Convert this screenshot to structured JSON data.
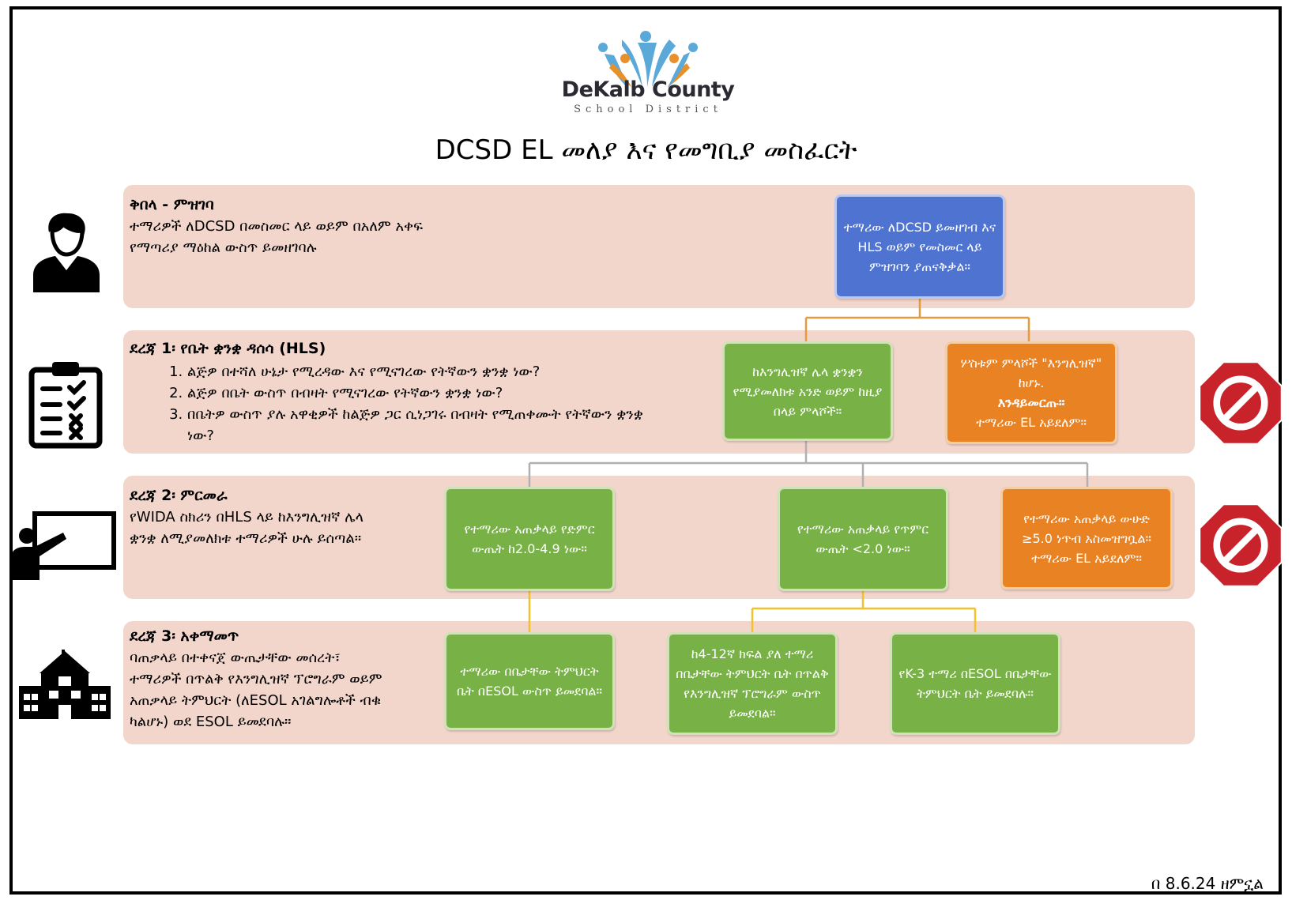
{
  "logo": {
    "name": "DeKalb County",
    "subtitle": "School District"
  },
  "title": "DCSD EL መለያ እና የመግቢያ መስፈርት",
  "stage0": {
    "heading": "ቅበላ - ምዝገባ",
    "line1": "ተማሪዎች ለDCSD በመስመር ላይ ወይም በአለም አቀፍ",
    "line2": "የማጣሪያ ማዕከል ውስጥ ይመዘገባሉ",
    "box": "ተማሪው ለDCSD ይመዘገብ እና HLS ወይም የመስመር ላይ ምዝገባን ያጠናቅቃል።"
  },
  "stage1": {
    "heading": "ደረጃ 1፡ የቤት ቋንቋ ዳሰሳ (HLS)",
    "questions": [
      "ልጅዎ በተሻለ ሁኔታ የሚረዳው እና የሚናገረው የትኛውን ቋንቋ ነው?",
      "ልጅዎ በቤት ውስጥ በብዛት የሚናገረው የትኛውን ቋንቋ ነው?",
      "በቤትዎ ውስጥ ያሉ አዋቂዎች ከልጅዎ ጋር ሲነጋገሩ በብዛት የሚጠቀሙት የትኛውን ቋንቋ ነው?"
    ],
    "green_box": "ከእንግሊዝኛ ሌላ ቋንቋን የሚያመለክቱ አንድ ወይም ከዚያ በላይ ምላሾች።",
    "orange_line1": "ሦስቱም ምላሾች \"እንግሊዝኛ\" ከሆኑ.",
    "orange_bold": "እንዳይመርጡ።",
    "orange_line3": "ተማሪው EL አይደለም።"
  },
  "stage2": {
    "heading": "ደረጃ 2፡ ምርመራ",
    "line1": "የWIDA ስክሪን በHLS ላይ ከእንግሊዝኛ ሌላ",
    "line2": "ቋንቋ ለሚያመለክቱ ተማሪዎች ሁሉ ይሰጣል።",
    "box_a": "የተማሪው አጠቃላይ የድምር ውጤት ከ2.0-4.9 ነው።",
    "box_b": "የተማሪው አጠቃላይ የጥምር ውጤት <2.0 ነው።",
    "box_c": "የተማሪው አጠቃላይ ውሁድ ≥5.0 ነጥብ አስመዝግቧል። ተማሪው EL አይደለም።"
  },
  "stage3": {
    "heading": "ደረጃ 3፡ አቀማመጥ",
    "line1": "ባጠቃላይ በተቀናጀ ውጤታቸው መሰረት፣",
    "line2": "ተማሪዎች በጥልቅ የእንግሊዝኛ ፕሮግራም ወይም",
    "line3": "አጠቃላይ ትምህርት (ለESOL አገልግሎቶች ብቁ",
    "line4": "ካልሆኑ) ወደ ESOL ይመደባሉ።",
    "box_a": "ተማሪው በቤታቸው ትምህርት ቤት በESOL ውስጥ ይመደባል።",
    "box_b": "ከ4-12ኛ ክፍል ያለ ተማሪ በቤታቸው ትምህርት ቤት በጥልቅ የእንግሊዝኛ ፕሮግራም ውስጥ ይመደባል።",
    "box_c": "የK-3 ተማሪ በESOL በቤታቸው ትምህርት ቤት ይመደባሉ።"
  },
  "footer_date": "በ 8.6.24 ዘምኗል",
  "colors": {
    "band": "#f2d6cc",
    "blue": "#4f73d1",
    "green": "#78b246",
    "orange": "#e98223",
    "stop": "#c8232b",
    "connector_orange": "#e59a3e",
    "connector_gray": "#b0b0b0",
    "connector_yellow": "#f2c12e"
  },
  "icons": [
    "person-icon",
    "checklist-icon",
    "teacher-board-icon",
    "school-building-icon",
    "stop-sign-icon"
  ]
}
